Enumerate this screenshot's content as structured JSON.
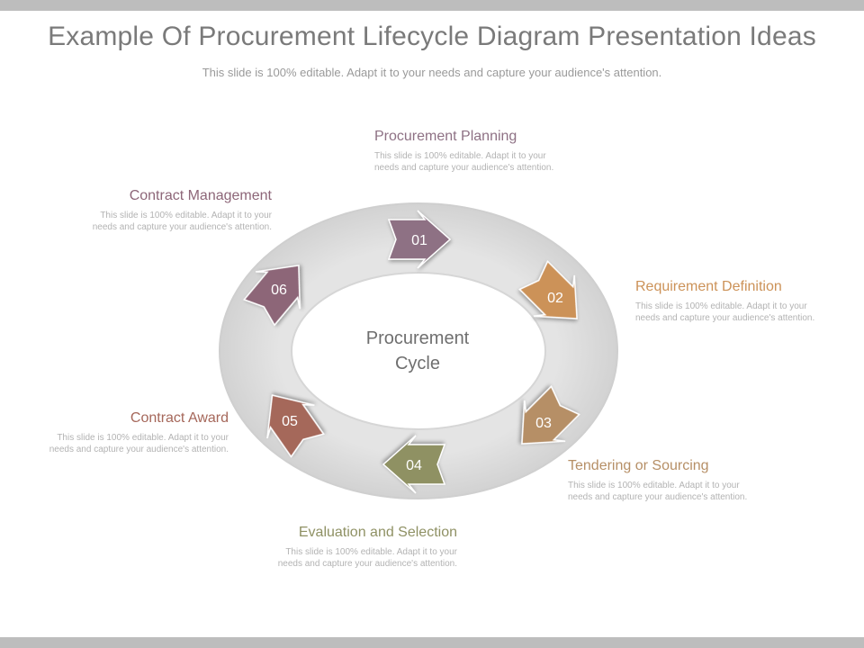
{
  "slide": {
    "title": "Example Of Procurement Lifecycle Diagram Presentation Ideas",
    "subtitle": "This slide is 100% editable. Adapt it to your needs and capture your audience's attention."
  },
  "diagram": {
    "center_label_line1": "Procurement",
    "center_label_line2": "Cycle",
    "steps": [
      {
        "number": "01",
        "title": "Procurement Planning",
        "color": "#8e7184",
        "description": "This slide is 100% editable. Adapt it to your needs and capture your audience's attention."
      },
      {
        "number": "02",
        "title": "Requirement Definition",
        "color": "#cc9258",
        "description": "This slide is 100% editable. Adapt it to your needs and capture your audience's attention."
      },
      {
        "number": "03",
        "title": "Tendering or Sourcing",
        "color": "#b68f66",
        "description": "This slide is 100% editable. Adapt it to your needs and capture your audience's attention."
      },
      {
        "number": "04",
        "title": "Evaluation and Selection",
        "color": "#8f9164",
        "description": "This slide is 100% editable. Adapt it to your needs and capture your audience's attention."
      },
      {
        "number": "05",
        "title": "Contract Award",
        "color": "#a5675a",
        "description": "This slide is 100% editable. Adapt it to your needs and capture your audience's attention."
      },
      {
        "number": "06",
        "title": "Contract Management",
        "color": "#8d6678",
        "description": "This slide is 100% editable. Adapt it to your needs and capture your audience's attention."
      }
    ]
  }
}
